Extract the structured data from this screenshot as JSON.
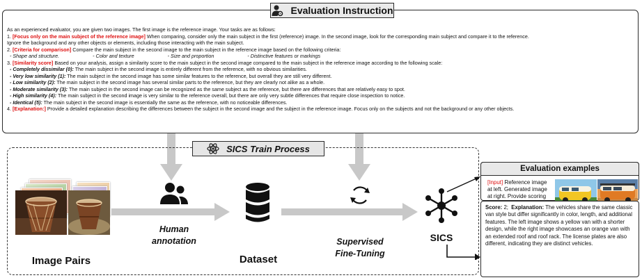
{
  "instruction": {
    "title": "Evaluation Instruction",
    "intro": "As an experienced evaluator, you are given two images. The first image is the reference image. Your tasks are as follows:",
    "step1_num": "1. ",
    "step1_head": "[Focus only on the main subject of the reference image]",
    "step1_text": " When comparing, consider only the main subject in the first (reference) image. In the second image, look for the corresponding main subject and compare it to the reference.",
    "step1_cont": "Ignore the background and any other objects or elements, including those interacting with the main subject.",
    "step2_num": "2. ",
    "step2_head": "[Criteria for comparison]",
    "step2_text": " Compare the main subject in the second image to the main subject in the reference image based on the following criteria:",
    "criteria": [
      "- Shape and structure.",
      "- Color and texture",
      "- Size and proportion",
      "- Distinctive features or markings"
    ],
    "step3_num": "3. ",
    "step3_head": "[Similarity score]",
    "step3_text": " Based on your analysis, assign a similarity score to the main subject in the second image compared to the main subject in the reference image according to the following scale:",
    "scale": [
      {
        "label": "- Completely dissimilar (0):",
        "text": " The main subject in the second image is entirely different from the reference, with no obvious similarities."
      },
      {
        "label": "- Very low similarity (1):",
        "text": " The main subject in the second image has some similar features to the reference, but overall they are still very different."
      },
      {
        "label": "- Low similarity (2):",
        "text": " The main subject in the second image has several similar parts to the reference, but they are clearly not alike as a whole."
      },
      {
        "label": "- Moderate similarity (3):",
        "text": " The main subject in the second image can be recognized as the same subject as the reference, but there are differences that are relatively easy to spot."
      },
      {
        "label": "- High similarity (4):",
        "text": " The main subject in the second image is very similar to the reference overall, but there are only very subtle differences that require close inspection to notice."
      },
      {
        "label": "- Identical (5):",
        "text": " The main subject in the second image is essentially the same as the reference, with no noticeable differences."
      }
    ],
    "step4_num": "4. ",
    "step4_head": "[Explanation:]",
    "step4_text": " Provide a detailed explanation describing the differences between the subject in the second image and the subject in the reference image. Focus only on the subjects and not the background or any other objects."
  },
  "train": {
    "title": "SICS Train Process",
    "image_pairs": "Image Pairs",
    "human_annotation_1": "Human",
    "human_annotation_2": "annotation",
    "dataset": "Dataset",
    "sft_1": "Supervised",
    "sft_2": "Fine-Tuning",
    "sics": "SICS"
  },
  "eval": {
    "title": "Evaluation examples",
    "input_tag": "[Input]",
    "input_text": " Reference image at left. Generated image at right. Provide scoring results regarding the above instructions.",
    "score_label": "Score:",
    "score_value": " 2",
    "explanation_label": "Explanation:",
    "explanation_text": " The vehicles share the same classic van style but differ significantly in color, length, and additional features. The left image shows a yellow van with a shorter design, while the right image showcases an orange van with an extended roof and roof rack. The license plates are also different, indicating they are distinct vehicles."
  },
  "colors": {
    "accent_red": "#d11111",
    "panel_gray": "#e6e6e6",
    "arrow_gray": "#c8c8c8",
    "ink": "#111111"
  },
  "icons": [
    "user-gear-icon",
    "atom-icon",
    "users-icon",
    "database-icon",
    "refresh-cycle-icon",
    "network-node-icon"
  ]
}
